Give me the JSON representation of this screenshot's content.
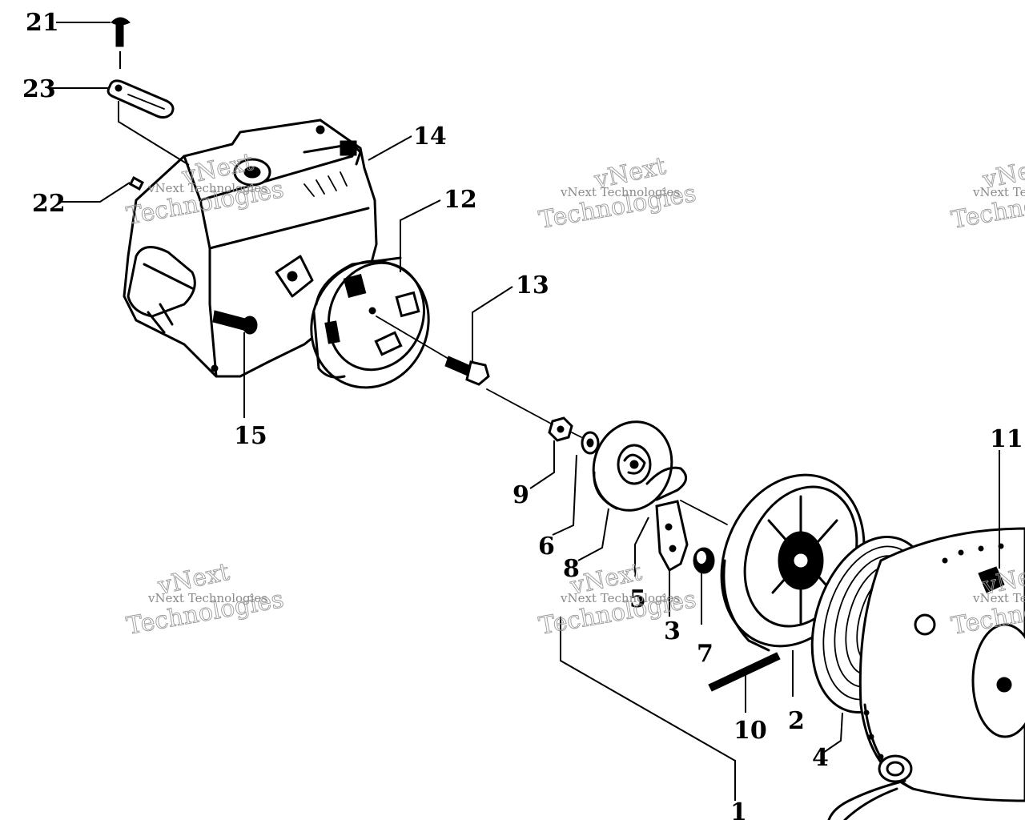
{
  "callouts": {
    "c21": "21",
    "c23": "23",
    "c14": "14",
    "c22": "22",
    "c12": "12",
    "c13": "13",
    "c15": "15",
    "c9": "9",
    "c6": "6",
    "c8": "8",
    "c5": "5",
    "c3": "3",
    "c7": "7",
    "c10": "10",
    "c2": "2",
    "c4": "4",
    "c11": "11",
    "c1": "1"
  },
  "watermark": {
    "brand": "vNext",
    "line1": "vNext Technologies",
    "line2": "Technologies"
  }
}
